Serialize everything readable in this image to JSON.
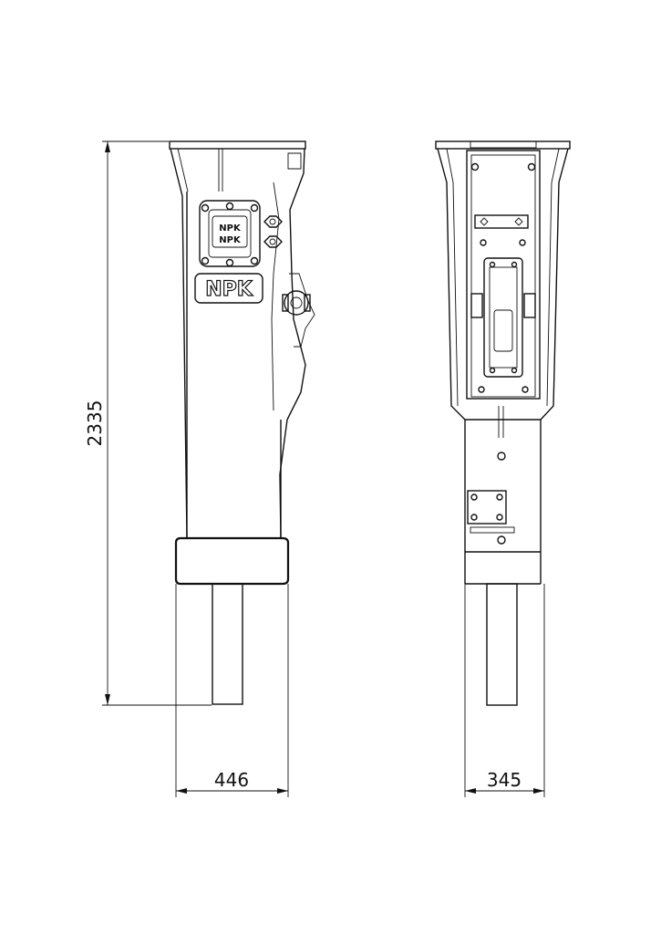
{
  "dimensions": {
    "height": "2335",
    "side_width": "446",
    "front_width": "345"
  },
  "branding": {
    "logo_text": "NPK",
    "badge_line1": "NPK",
    "badge_line2": "NPK"
  }
}
